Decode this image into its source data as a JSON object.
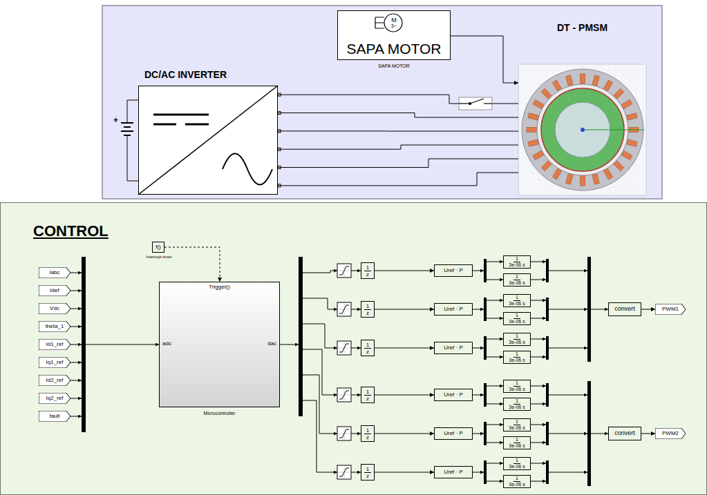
{
  "diagram": {
    "nodes": [
      {
        "text": [
          "+"
        ]
      },
      {
        "text": [
          "DC/AC INVERTER"
        ]
      },
      {
        "text": [
          "M",
          "3~",
          "SAPA MOTOR",
          "SAPA MOTOR"
        ]
      },
      {
        "text": [
          "DT - PMSM"
        ]
      },
      {
        "text": [
          "CONTROL"
        ]
      },
      {
        "text": [
          "Iabc"
        ],
        "in": 4
      },
      {
        "text": [
          "Idef"
        ],
        "in": 4
      },
      {
        "text": [
          "Vdc"
        ],
        "in": 4
      },
      {
        "text": [
          "theta_1"
        ],
        "in": 4
      },
      {
        "text": [
          "Id1_ref"
        ],
        "in": 4
      },
      {
        "text": [
          "Iq1_ref"
        ],
        "in": 4
      },
      {
        "text": [
          "Id2_ref"
        ],
        "in": 4
      },
      {
        "text": [
          "Iq2_ref"
        ],
        "in": 4
      },
      {
        "text": [
          "fault"
        ],
        "in": 4
      },
      {
        "text": [
          "f()",
          "Interrupt timer"
        ],
        "in": 4
      },
      {
        "text": [
          "Trigger()",
          "adc",
          "dac",
          "Microcontroller"
        ],
        "in": 4
      },
      {
        "text": [
          "1",
          "z"
        ],
        "in": 4
      },
      {
        "text": [
          "Uref · P"
        ],
        "in": 4
      },
      {
        "text": [
          "1",
          "3e-06 s"
        ],
        "in": 4
      },
      {
        "text": [
          "1",
          "3e-06 s"
        ],
        "in": 4
      },
      {
        "text": [
          "1",
          "z"
        ],
        "in": 4
      },
      {
        "text": [
          "Uref · P"
        ],
        "in": 4
      },
      {
        "text": [
          "1",
          "3e-06 s"
        ],
        "in": 4
      },
      {
        "text": [
          "1",
          "3e-06 s"
        ],
        "in": 4
      },
      {
        "text": [
          "1",
          "z"
        ],
        "in": 4
      },
      {
        "text": [
          "Uref · P"
        ],
        "in": 4
      },
      {
        "text": [
          "1",
          "3e-06 s"
        ],
        "in": 4
      },
      {
        "text": [
          "1",
          "3e-06 s"
        ],
        "in": 4
      },
      {
        "text": [
          "1",
          "z"
        ],
        "in": 4
      },
      {
        "text": [
          "Uref · P"
        ],
        "in": 4
      },
      {
        "text": [
          "1",
          "3e-06 s"
        ],
        "in": 4
      },
      {
        "text": [
          "1",
          "3e-06 s"
        ],
        "in": 4
      },
      {
        "text": [
          "1",
          "z"
        ],
        "in": 4
      },
      {
        "text": [
          "Uref · P"
        ],
        "in": 4
      },
      {
        "text": [
          "1",
          "3e-06 s"
        ],
        "in": 4
      },
      {
        "text": [
          "1",
          "3e-06 s"
        ],
        "in": 4
      },
      {
        "text": [
          "1",
          "z"
        ],
        "in": 4
      },
      {
        "text": [
          "Uref · P"
        ],
        "in": 4
      },
      {
        "text": [
          "1",
          "3e-06 s"
        ],
        "in": 4
      },
      {
        "text": [
          "1",
          "3e-06 s"
        ],
        "in": 4
      },
      {
        "text": [
          "convert"
        ],
        "in": 4
      },
      {
        "text": [
          "PWM1"
        ],
        "in": 4
      },
      {
        "text": [
          "convert"
        ],
        "in": 4
      },
      {
        "text": [
          "PWM2"
        ],
        "in": 4
      }
    ],
    "edges": [
      {
        "from": 0,
        "to": 1,
        "arrow": "none"
      },
      {
        "from": 0,
        "to": 1,
        "arrow": "none"
      },
      {
        "from": 1,
        "to": 3,
        "arrow": "none"
      },
      {
        "from": 1,
        "to": 3,
        "arrow": "none"
      },
      {
        "from": 1,
        "to": 3,
        "arrow": "none"
      },
      {
        "from": 1,
        "to": 3,
        "arrow": "none"
      },
      {
        "from": 1,
        "to": 3,
        "arrow": "none"
      },
      {
        "from": 1,
        "to": 3,
        "arrow": "none"
      },
      {
        "from": 2,
        "to": 3,
        "arrow": "to"
      },
      {
        "from": 14,
        "to": 15,
        "arrow": "to"
      },
      {
        "from": 16,
        "to": 17,
        "arrow": "to"
      },
      {
        "from": 20,
        "to": 21,
        "arrow": "to"
      },
      {
        "from": 24,
        "to": 25,
        "arrow": "to"
      },
      {
        "from": 28,
        "to": 29,
        "arrow": "to"
      },
      {
        "from": 32,
        "to": 33,
        "arrow": "to"
      },
      {
        "from": 36,
        "to": 37,
        "arrow": "to"
      },
      {
        "from": 40,
        "to": 41,
        "arrow": "to"
      },
      {
        "from": 42,
        "to": 43,
        "arrow": "to"
      }
    ]
  }
}
